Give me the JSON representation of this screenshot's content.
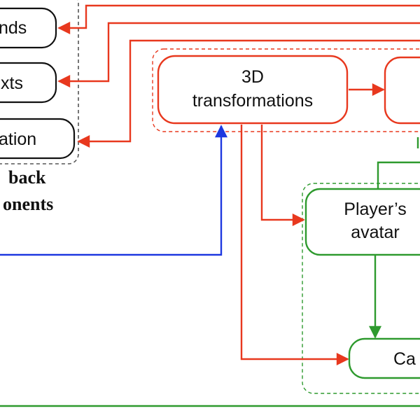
{
  "colors": {
    "red": "#e8381e",
    "green": "#2e9a2e",
    "blue": "#1d38e0",
    "box_border_black": "#111111",
    "group_dash_gray": "#555555"
  },
  "nodes": {
    "sounds": {
      "label": "nds"
    },
    "texts": {
      "label": "xts"
    },
    "animation": {
      "label": "ation"
    },
    "transformations_3d": {
      "line1": "3D",
      "line2": "transformations"
    },
    "players_avatar": {
      "line1": "Player’s",
      "line2": "avatar"
    },
    "camera": {
      "label": "Ca"
    }
  },
  "groups": {
    "feedback_components": {
      "line1": "back",
      "line2": "onents"
    }
  }
}
